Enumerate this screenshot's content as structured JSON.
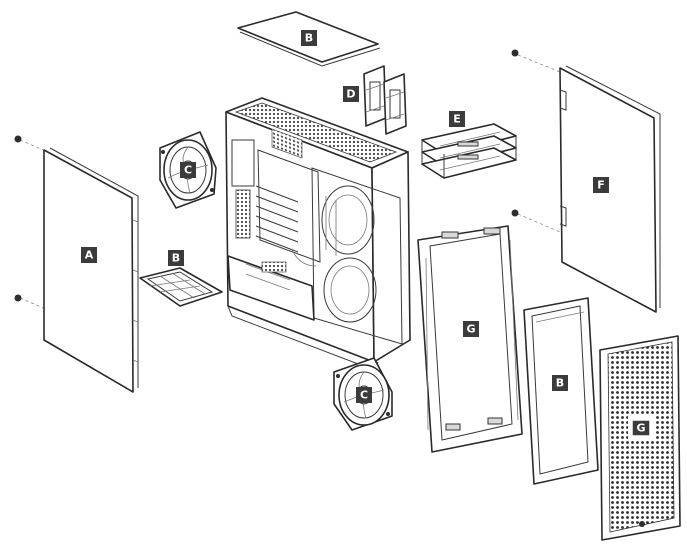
{
  "labels": {
    "side_panel_left": "A",
    "top_dust_filter": "B",
    "psu_dust_filter": "B",
    "front_dust_filter": "B",
    "fan_top": "C",
    "fan_bottom": "C",
    "ssd_bracket": "D",
    "drive_cage": "E",
    "side_panel_right": "F",
    "front_frame": "G",
    "front_mesh_panel": "G"
  },
  "colors": {
    "badge": "#3b3b3b",
    "stroke": "#2a2a2a"
  }
}
